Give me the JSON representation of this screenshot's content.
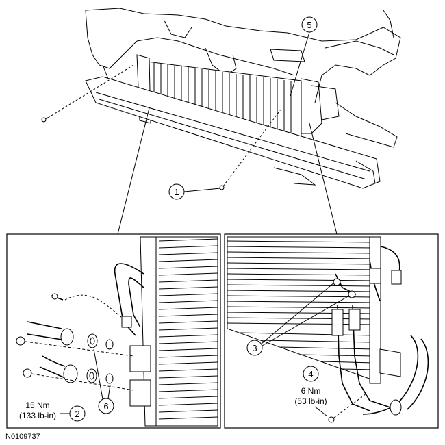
{
  "figure_id": "N0109737",
  "callouts": {
    "c1": "1",
    "c2": "2",
    "c3": "3",
    "c4": "4",
    "c5": "5",
    "c6": "6"
  },
  "torque_left": {
    "line1": "15 Nm",
    "line2": "(133 lb-in)"
  },
  "torque_right": {
    "line1": "6 Nm",
    "line2": "(53 lb-in)"
  }
}
